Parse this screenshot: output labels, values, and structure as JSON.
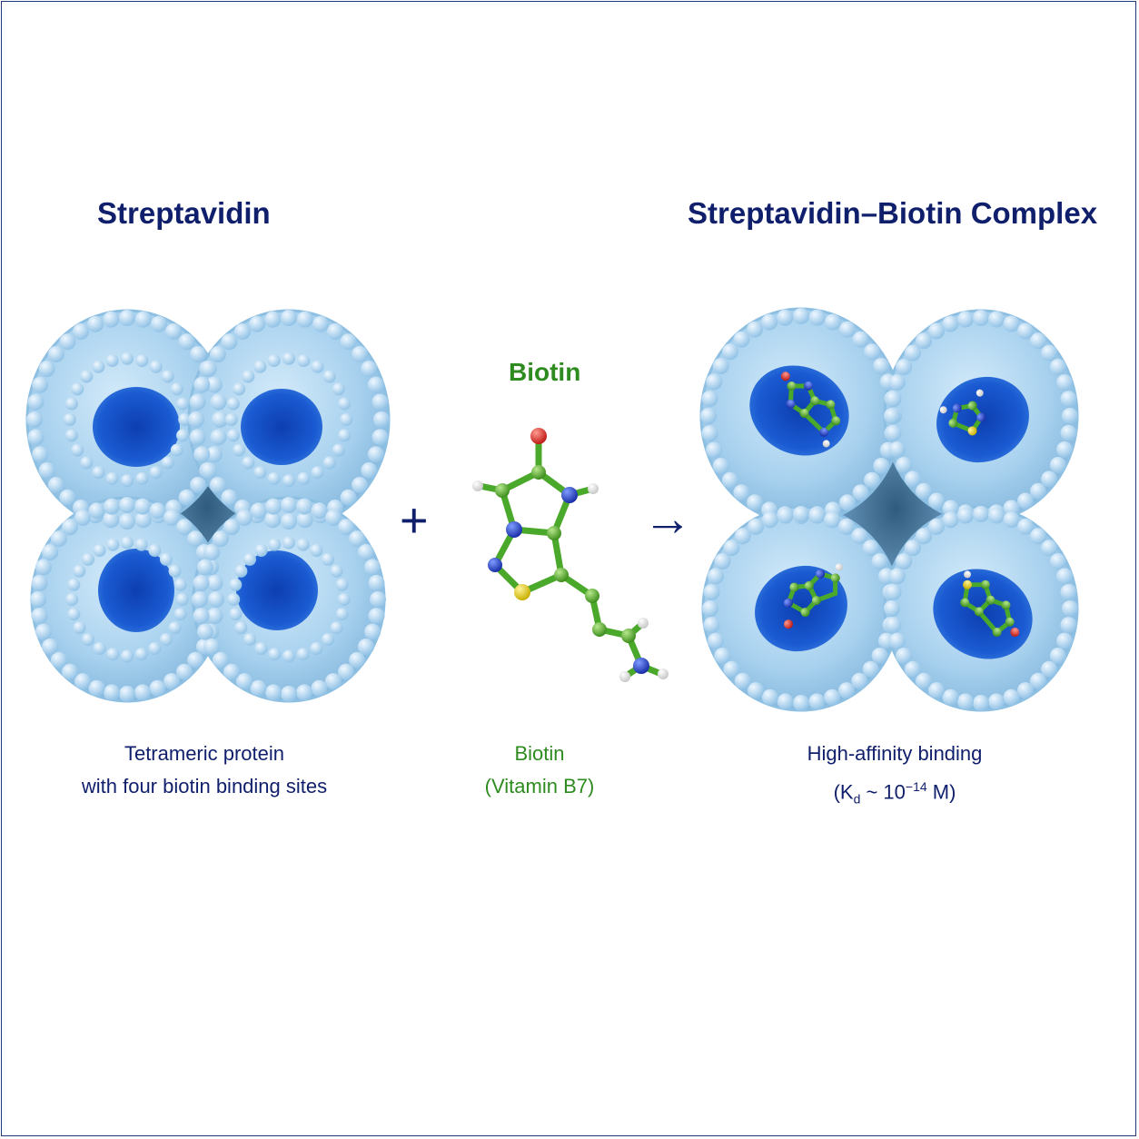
{
  "left_panel": {
    "title": "Streptavidin",
    "caption_line1": "Tetrameric protein",
    "caption_line2": "with four biotin binding sites"
  },
  "middle_panel": {
    "title": "Biotin",
    "caption_line1": "Biotin",
    "caption_line2": "(Vitamin B7)"
  },
  "right_panel": {
    "title": "Streptavidin–Biotin Complex",
    "caption_line1": "High-affinity binding",
    "caption_kd_prefix": "(K",
    "caption_kd_sub": "d",
    "caption_kd_mid": " ~ 10",
    "caption_kd_sup": "−14",
    "caption_kd_suffix": " M)"
  },
  "operators": {
    "plus": "+",
    "arrow": "→"
  },
  "colors": {
    "title_navy": "#0f1f6b",
    "biotin_green": "#2e8b1f",
    "protein_light": "#a9d2ef",
    "pocket_blue": "#1450c8",
    "oxygen_red": "#e0302a",
    "nitrogen_blue": "#1a3fc4",
    "sulfur_yellow": "#e8d21c",
    "hydrogen_white": "#f2f2f2"
  }
}
